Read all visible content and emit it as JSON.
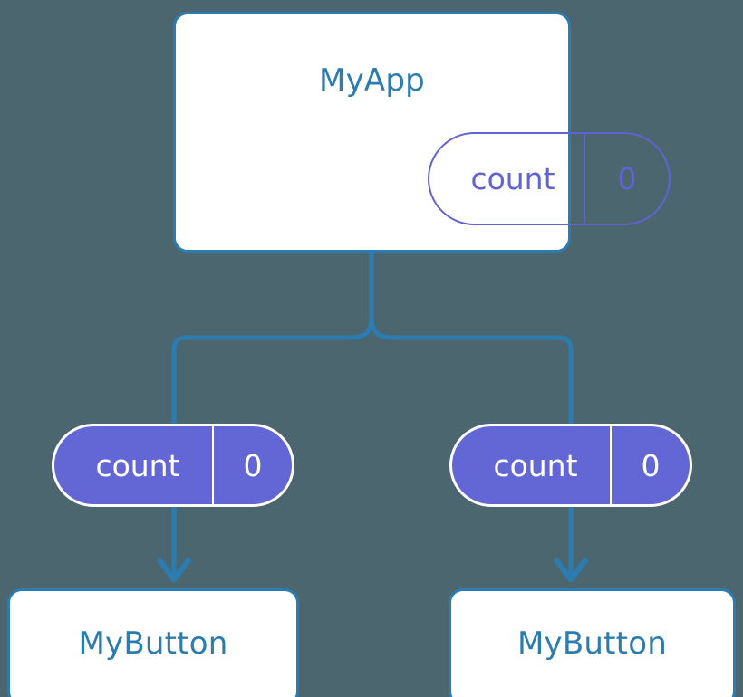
{
  "diagram": {
    "title_text": "MyApp",
    "background_color": "#4c6670",
    "line_color": "#2b7cb0",
    "state_color": "#6367d6",
    "box_fill": "#ffffff",
    "root": {
      "name": "MyApp",
      "state": {
        "key": "count",
        "value": "0"
      }
    },
    "children": [
      {
        "name": "MyButton",
        "prop": {
          "key": "count",
          "value": "0"
        }
      },
      {
        "name": "MyButton",
        "prop": {
          "key": "count",
          "value": "0"
        }
      }
    ]
  }
}
